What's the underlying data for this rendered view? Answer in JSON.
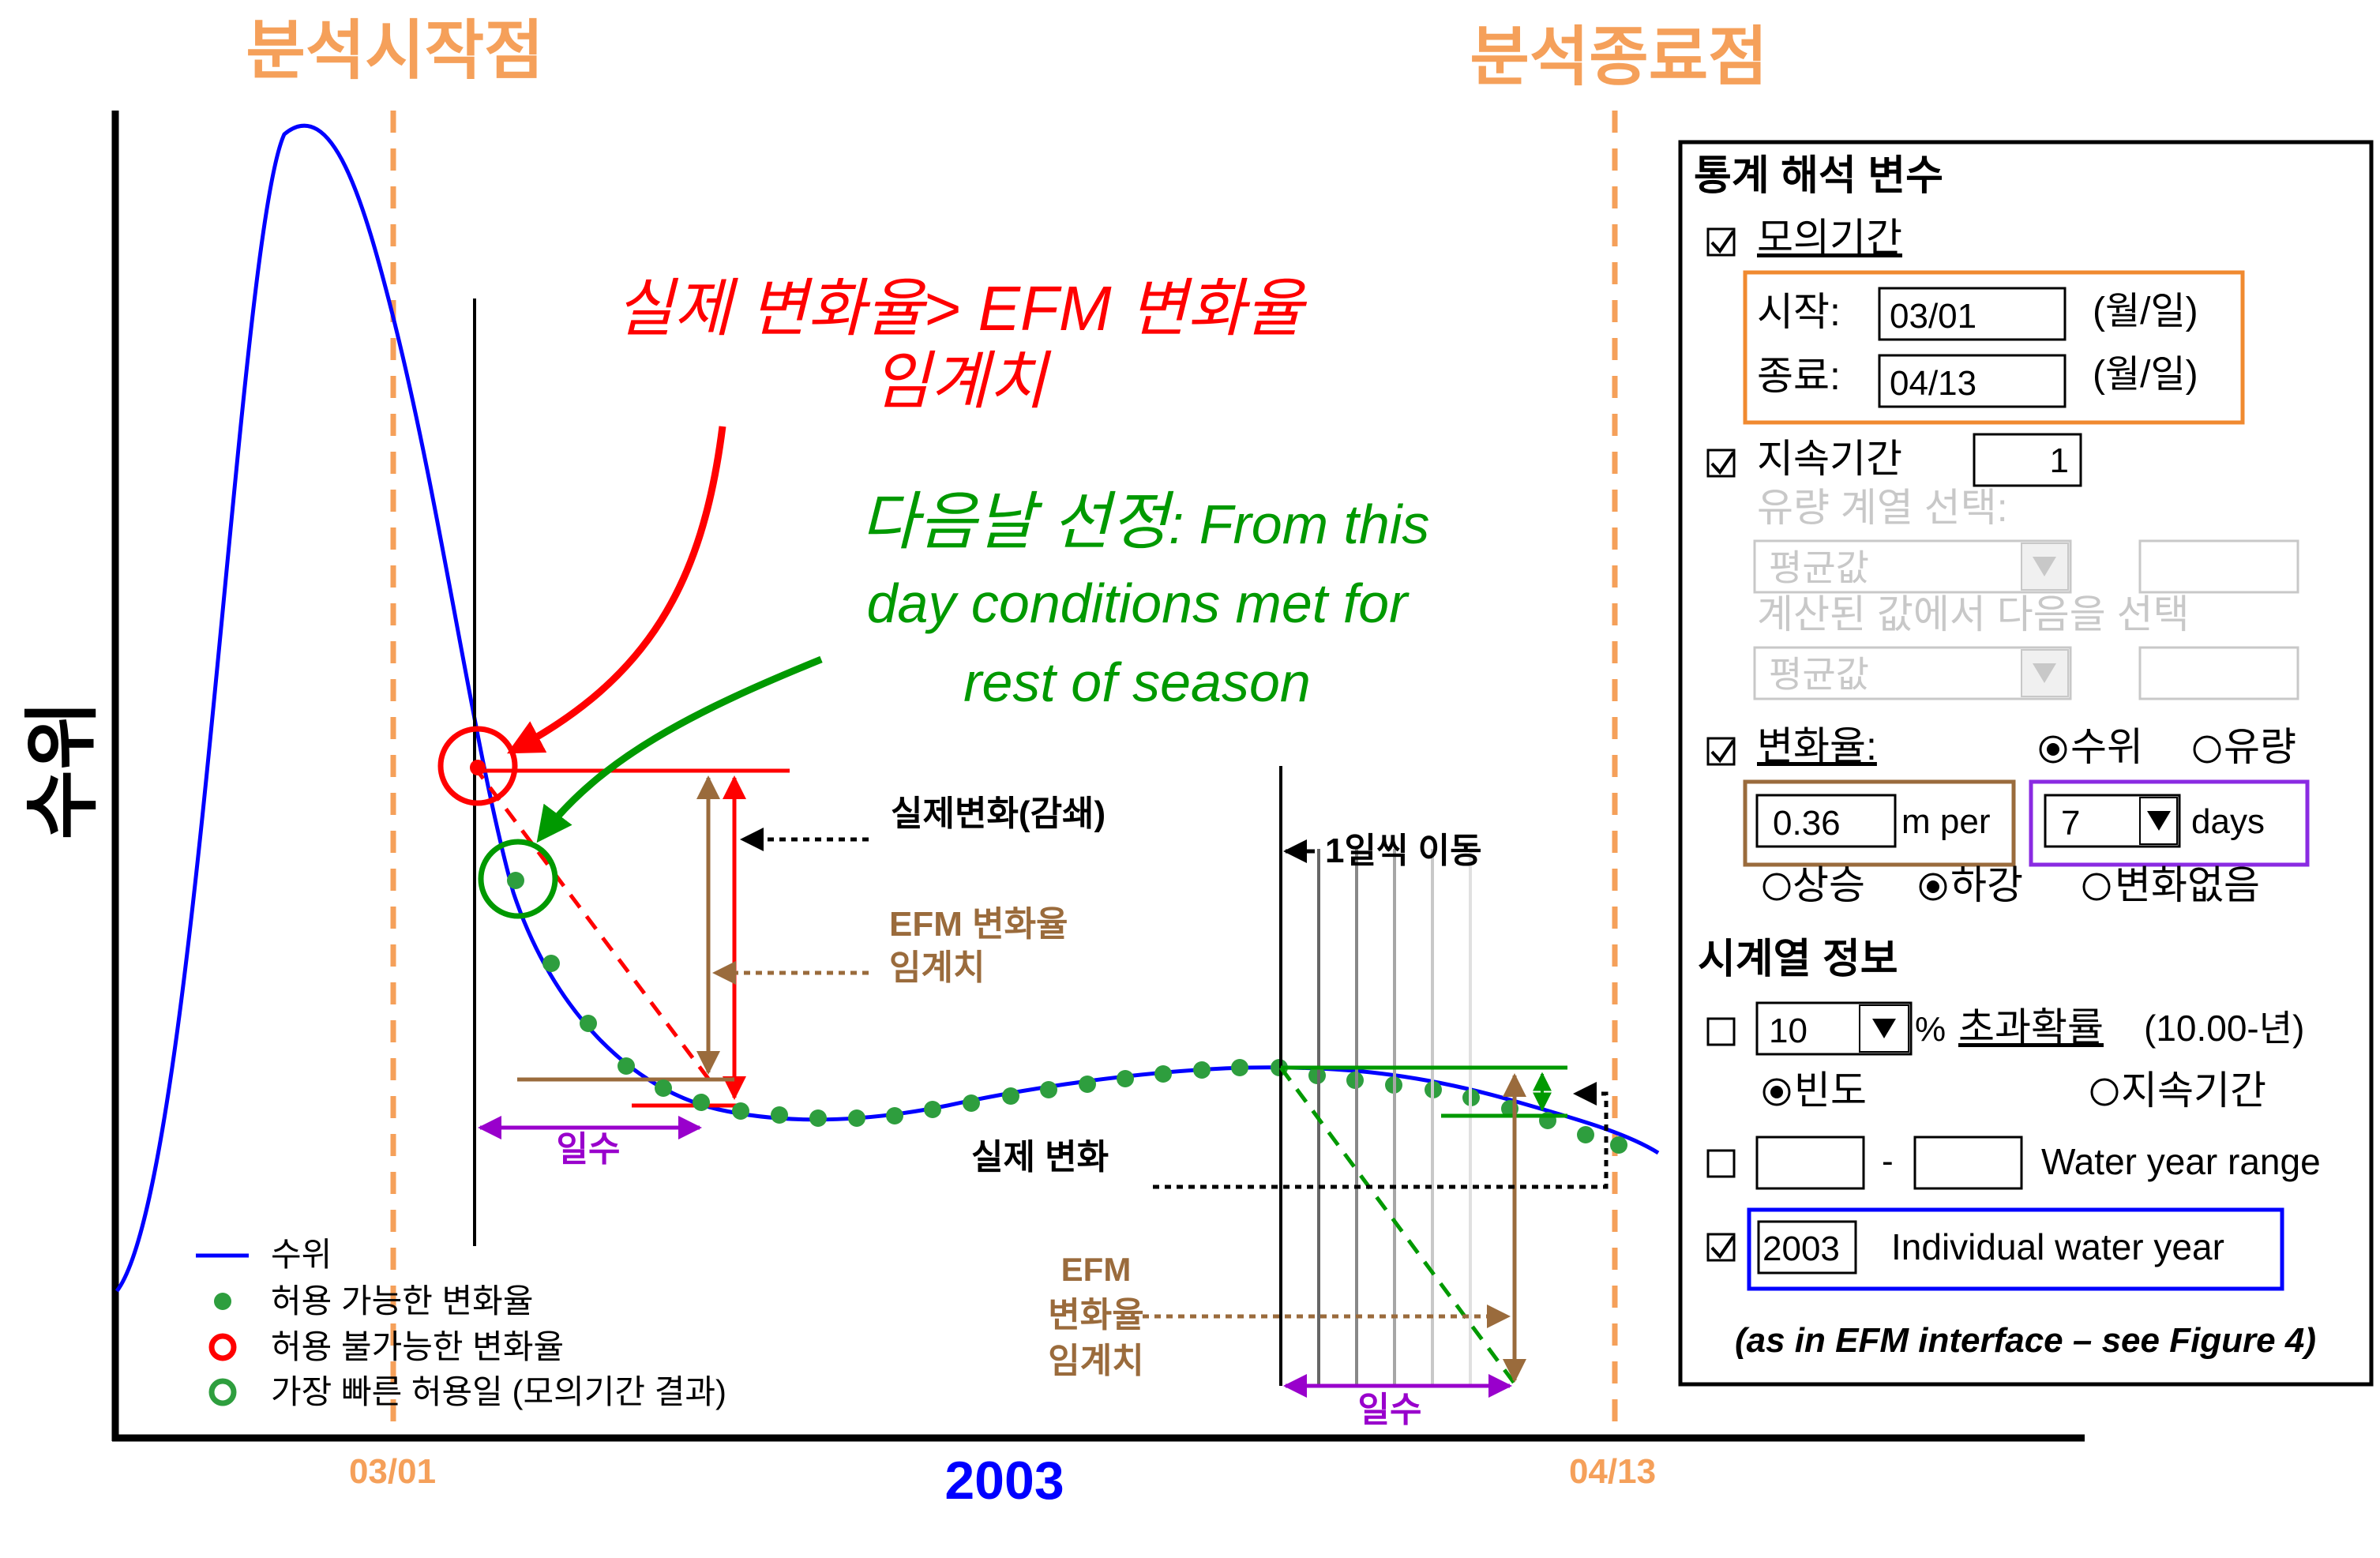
{
  "header": {
    "start_title": "분석시작점",
    "end_title": "분석종료점",
    "y_axis_label": "수위",
    "x_axis_year": "2003",
    "start_tick": "03/01",
    "end_tick": "04/13"
  },
  "annotations": {
    "red_title_line1": "실제 변화율> EFM  변화율",
    "red_title_line2": "임계치",
    "green_title_prefix": "다음날 선정",
    "green_title_suffix": ": From this",
    "green_title_line2": "day conditions met for",
    "green_title_line3": "rest of season",
    "actual_change_decline": "실제변화(감쇄)",
    "efm_threshold_line1": "EFM 변화율",
    "efm_threshold_line2": "임계치",
    "days_left": "일수",
    "shift_one_day": "1일씩 이동",
    "actual_change": "실제 변화",
    "efm2_line1": "EFM",
    "efm2_line2": "변화율",
    "efm2_line3": "임계치",
    "days_right": "일수"
  },
  "legend": {
    "items": [
      {
        "label": "수위",
        "marker": "blue-line"
      },
      {
        "label": "허용 가능한 변화율",
        "marker": "green-dot"
      },
      {
        "label": "허용 불가능한 변화율",
        "marker": "red-ring"
      },
      {
        "label": "가장 빠른 허용일 (모의기간 결과)",
        "marker": "green-ring"
      }
    ]
  },
  "panel": {
    "title": "통계 해석 변수",
    "sim_period_label": "모의기간",
    "sim_period_checked": true,
    "start_label": "시작:",
    "start_value": "03/01",
    "end_label": "종료:",
    "end_value": "04/13",
    "month_day_unit": "(월/일)",
    "duration_label": "지속기간",
    "duration_checked": true,
    "duration_value": "1",
    "flow_series_label": "유량 계열 선택:",
    "flow_select_value": "평균값",
    "computed_label": "계산된 값에서 다음을 선택",
    "computed_select_value": "평균값",
    "rate_label": "변화율:",
    "rate_checked": true,
    "radio_stage": "수위",
    "radio_flow": "유량",
    "rate_value": "0.36",
    "rate_unit": "m per",
    "days_value": "7",
    "days_unit": "days",
    "radio_rise": "상승",
    "radio_fall": "하강",
    "radio_nochange": "변화없음",
    "series_info_title": "시계열 정보",
    "exceed_checked": false,
    "exceed_value": "10",
    "exceed_pct": "%",
    "exceed_label": "초과확률",
    "exceed_years": "(10.00-년)",
    "radio_frequency": "빈도",
    "radio_duration": "지속기간",
    "wyr_checked": false,
    "wyr_dash": "-",
    "wyr_label": "Water year range",
    "iwy_checked": true,
    "iwy_value": "2003",
    "iwy_label": "Individual water year",
    "footnote": "(as in EFM interface – see Figure 4)"
  },
  "colors": {
    "orange": "#F5A05A",
    "blue": "#0000FF",
    "red": "#FF0000",
    "green": "#009900",
    "dot_green": "#2E9E3E",
    "brown": "#9A6B3C",
    "purple": "#9900CC",
    "panel_orange": "#F08A30",
    "panel_brown": "#9A6B3C",
    "panel_purple": "#8A2BE2",
    "panel_blue": "#0000FF"
  },
  "chart_data": {
    "type": "line",
    "x_ticks": [
      "03/01",
      "04/13"
    ],
    "x_label": "2003",
    "y_label": "수위"
  }
}
